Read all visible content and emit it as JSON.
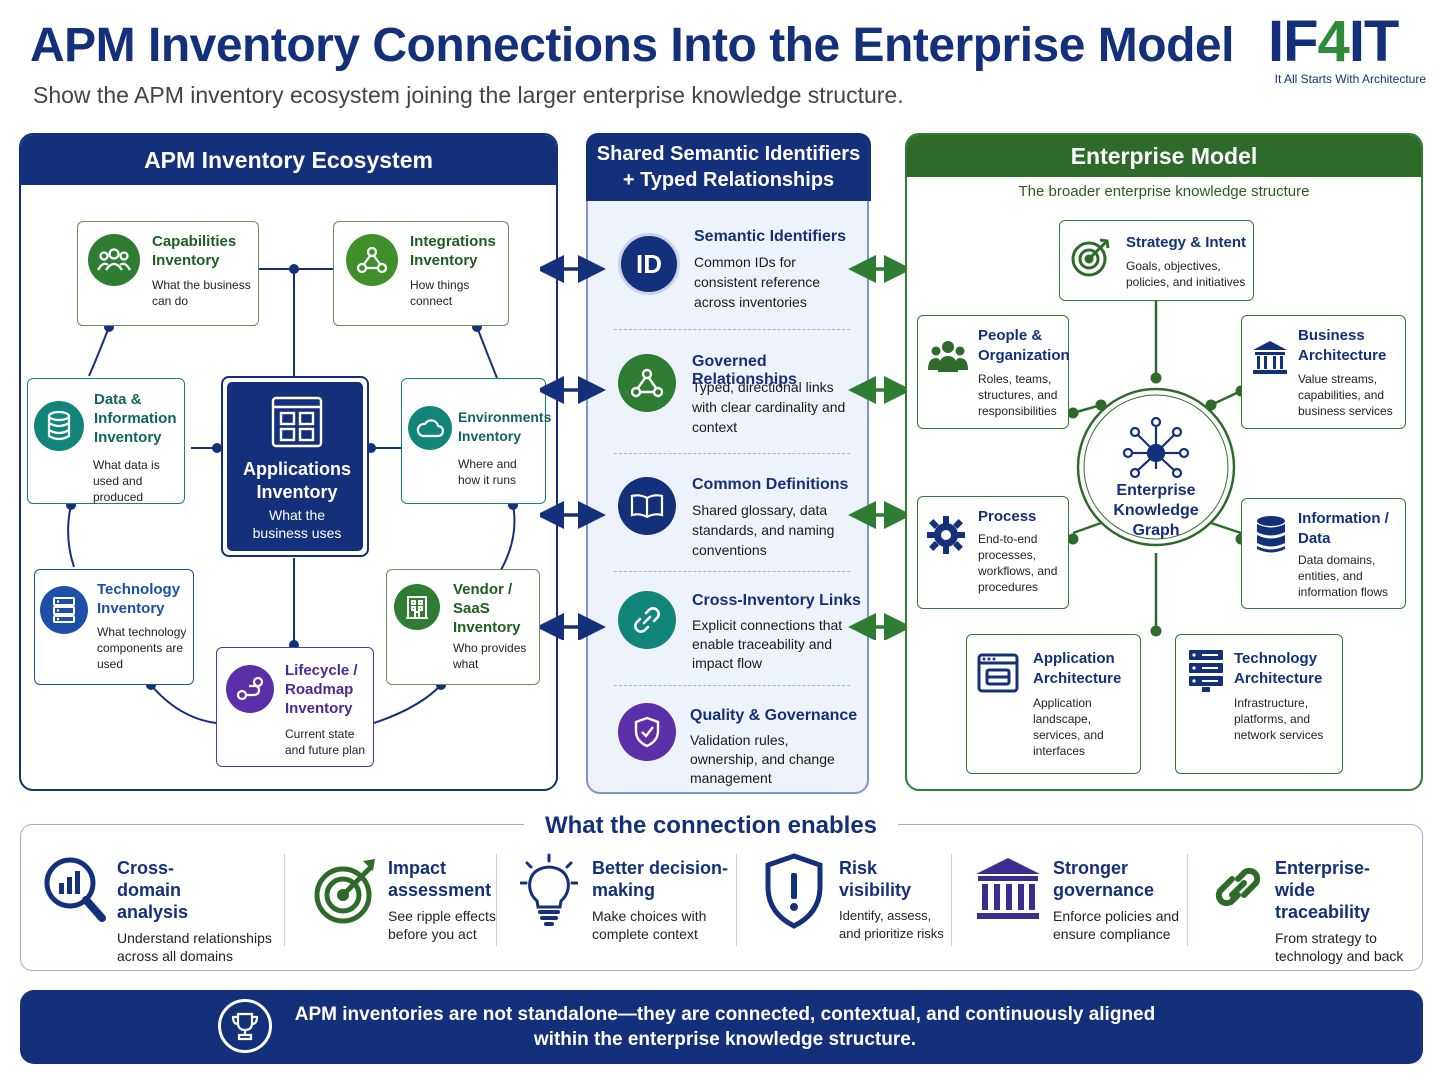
{
  "header": {
    "title": "APM Inventory Connections Into the Enterprise Model",
    "subtitle": "Show the APM inventory ecosystem joining the larger enterprise knowledge structure.",
    "logo_main": "IF",
    "logo_four": "4",
    "logo_end": "IT",
    "logo_tagline": "It All Starts With Architecture"
  },
  "left_panel": {
    "title": "APM Inventory Ecosystem",
    "center": {
      "title": "Applications Inventory",
      "desc": "What the business uses"
    },
    "cards": [
      {
        "id": "capabilities",
        "title": "Capabilities Inventory",
        "desc": "What the business can do",
        "icon": "people-group-icon",
        "color": "#2e7d32"
      },
      {
        "id": "integrations",
        "title": "Integrations Inventory",
        "desc": "How things connect",
        "icon": "network-nodes-icon",
        "color": "#2e7d32"
      },
      {
        "id": "data",
        "title": "Data & Information Inventory",
        "desc": "What data is used and produced",
        "icon": "database-icon",
        "color": "#12857a"
      },
      {
        "id": "environments",
        "title": "Environments Inventory",
        "desc": "Where and how it runs",
        "icon": "cloud-icon",
        "color": "#12857a"
      },
      {
        "id": "technology",
        "title": "Technology Inventory",
        "desc": "What technology components are used",
        "icon": "server-icon",
        "color": "#1d4fa8"
      },
      {
        "id": "vendor",
        "title": "Vendor / SaaS Inventory",
        "desc": "Who provides what",
        "icon": "building-icon",
        "color": "#2e7d32"
      },
      {
        "id": "lifecycle",
        "title": "Lifecycle / Roadmap Inventory",
        "desc": "Current state and future plan",
        "icon": "roadmap-icon",
        "color": "#5b2fa8"
      }
    ]
  },
  "middle_panel": {
    "title_line1": "Shared Semantic Identifiers",
    "title_line2": "+ Typed Relationships",
    "items": [
      {
        "title": "Semantic Identifiers",
        "desc": "Common IDs for consistent reference across inventories",
        "icon": "id-badge-icon",
        "badge": "ID"
      },
      {
        "title": "Governed Relationships",
        "desc": "Typed, directional links with clear cardinality and context",
        "icon": "graph-icon"
      },
      {
        "title": "Common Definitions",
        "desc": "Shared glossary, data standards, and naming conventions",
        "icon": "book-icon"
      },
      {
        "title": "Cross-Inventory Links",
        "desc": "Explicit connections that enable traceability and impact flow",
        "icon": "link-icon"
      },
      {
        "title": "Quality & Governance",
        "desc": "Validation rules, ownership, and change management",
        "icon": "shield-check-icon"
      }
    ]
  },
  "right_panel": {
    "title": "Enterprise Model",
    "subtitle": "The broader enterprise knowledge structure",
    "hub": "Enterprise Knowledge Graph",
    "cards": [
      {
        "id": "strategy",
        "title": "Strategy & Intent",
        "desc": "Goals, objectives, policies, and initiatives",
        "icon": "target-icon"
      },
      {
        "id": "people",
        "title": "People & Organization",
        "desc": "Roles, teams, structures, and responsibilities",
        "icon": "people-icon"
      },
      {
        "id": "business",
        "title": "Business Architecture",
        "desc": "Value streams, capabilities, and business services",
        "icon": "bank-icon"
      },
      {
        "id": "process",
        "title": "Process",
        "desc": "End-to-end processes, workflows, and procedures",
        "icon": "gear-icon"
      },
      {
        "id": "information",
        "title": "Information / Data",
        "desc": "Data domains, entities, and information flows",
        "icon": "database-icon"
      },
      {
        "id": "application",
        "title": "Application Architecture",
        "desc": "Application landscape, services, and interfaces",
        "icon": "app-window-icon"
      },
      {
        "id": "technology",
        "title": "Technology Architecture",
        "desc": "Infrastructure, platforms, and network services",
        "icon": "server-rack-icon"
      }
    ]
  },
  "benefits": {
    "title": "What the connection enables",
    "items": [
      {
        "title": "Cross-domain analysis",
        "desc": "Understand relationships across all domains",
        "icon": "magnifier-chart-icon"
      },
      {
        "title": "Impact assessment",
        "desc": "See ripple effects before you act",
        "icon": "target-arrow-icon"
      },
      {
        "title": "Better decision-making",
        "desc": "Make choices with complete context",
        "icon": "lightbulb-icon"
      },
      {
        "title": "Risk visibility",
        "desc": "Identify, assess, and prioritize risks",
        "icon": "shield-alert-icon"
      },
      {
        "title": "Stronger governance",
        "desc": "Enforce policies and ensure compliance",
        "icon": "institution-icon"
      },
      {
        "title": "Enterprise-wide traceability",
        "desc": "From strategy to technology and back",
        "icon": "chain-link-icon"
      }
    ]
  },
  "footer": {
    "line1": "APM inventories are not standalone—they are connected, contextual, and continuously aligned",
    "line2": "within the enterprise knowledge structure.",
    "icon": "trophy-icon"
  },
  "colors": {
    "navy": "#14307a",
    "green": "#2e7d32",
    "teal": "#12857a",
    "purple": "#5b2fa8",
    "light_blue_bg": "#eef3fb"
  }
}
